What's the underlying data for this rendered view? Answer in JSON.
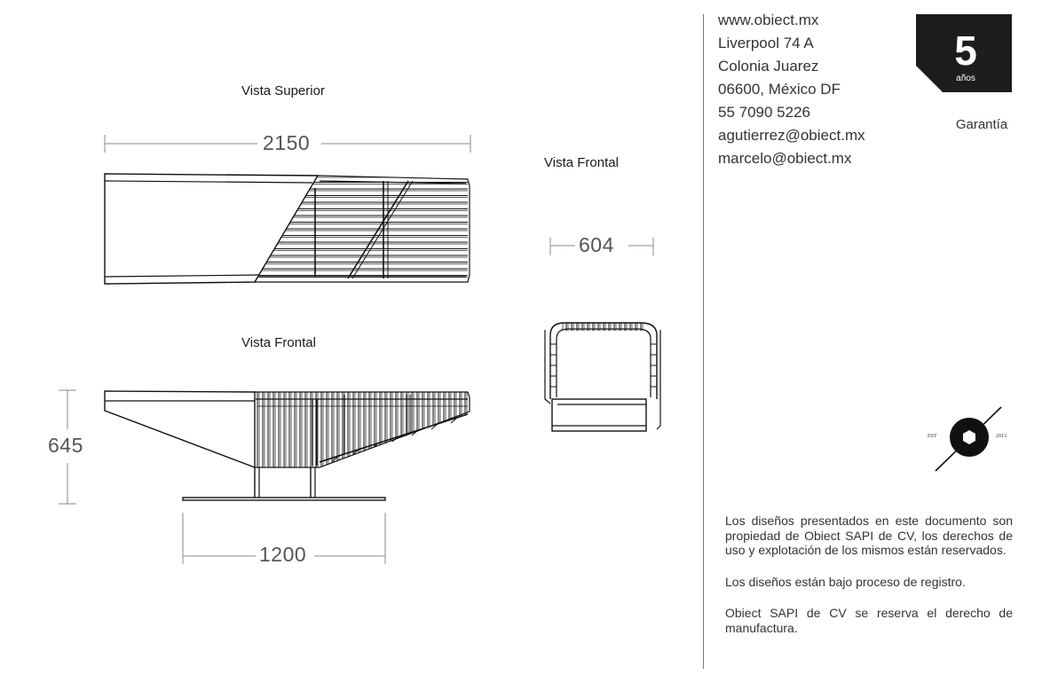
{
  "views": {
    "top_title": "Vista Superior",
    "side_title": "Vista Frontal",
    "front_title": "Vista Frontal"
  },
  "dimensions": {
    "length": "2150",
    "height": "645",
    "base": "1200",
    "width": "604"
  },
  "contact": {
    "lines": [
      "www.obiect.mx",
      "Liverpool 74 A",
      "Colonia Juarez",
      "06600, México DF",
      "55 7090 5226",
      "agutierrez@obiect.mx",
      "marcelo@obiect.mx"
    ]
  },
  "warranty": {
    "number": "5",
    "unit": "años",
    "label": "Garantía"
  },
  "logo": {
    "est": "EST",
    "year": "2013"
  },
  "legal": {
    "paragraph_1": "Los diseños presentados en este documento son propiedad de Obiect SAPI de CV, los derechos de uso y explotación de los mismos están reservados.",
    "paragraph_2": "Los diseños están bajo proceso de registro.",
    "paragraph_3": "Obiect SAPI de CV se reserva el derecho de manufactura."
  },
  "colors": {
    "badge": "#1d1d1d",
    "line": "#111111",
    "dimension": "#888888"
  }
}
